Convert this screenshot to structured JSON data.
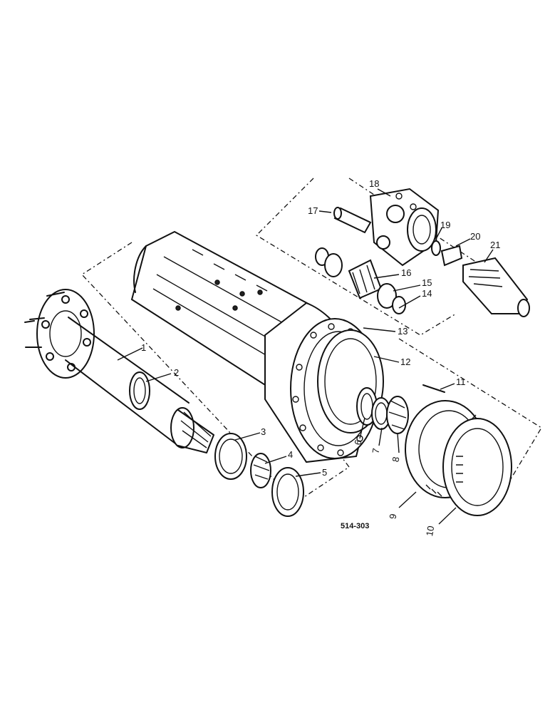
{
  "callouts": {
    "c1": "1",
    "c2": "2",
    "c3": "3",
    "c4": "4",
    "c5": "5",
    "c6": "6",
    "c7": "7",
    "c8": "8",
    "c9": "9",
    "c10": "10",
    "c11": "11",
    "c12": "12",
    "c13": "13",
    "c14": "14",
    "c15": "15",
    "c16": "16",
    "c17": "17",
    "c18": "18",
    "c19": "19",
    "c20": "20",
    "c21": "21"
  },
  "figure_code": "514-303",
  "colors": {
    "ink": "#111111",
    "paper": "#ffffff"
  }
}
